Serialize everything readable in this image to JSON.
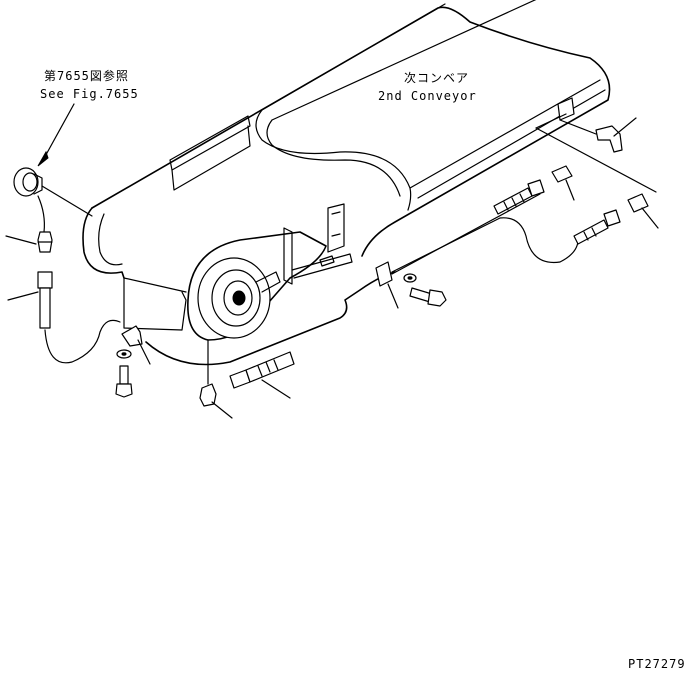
{
  "callouts": {
    "ref_jp": "第7655図参照",
    "ref_en": "See Fig.7655",
    "conveyor_jp": "次コンベア",
    "conveyor_en": "2nd Conveyor"
  },
  "drawing_number": "PT27279"
}
